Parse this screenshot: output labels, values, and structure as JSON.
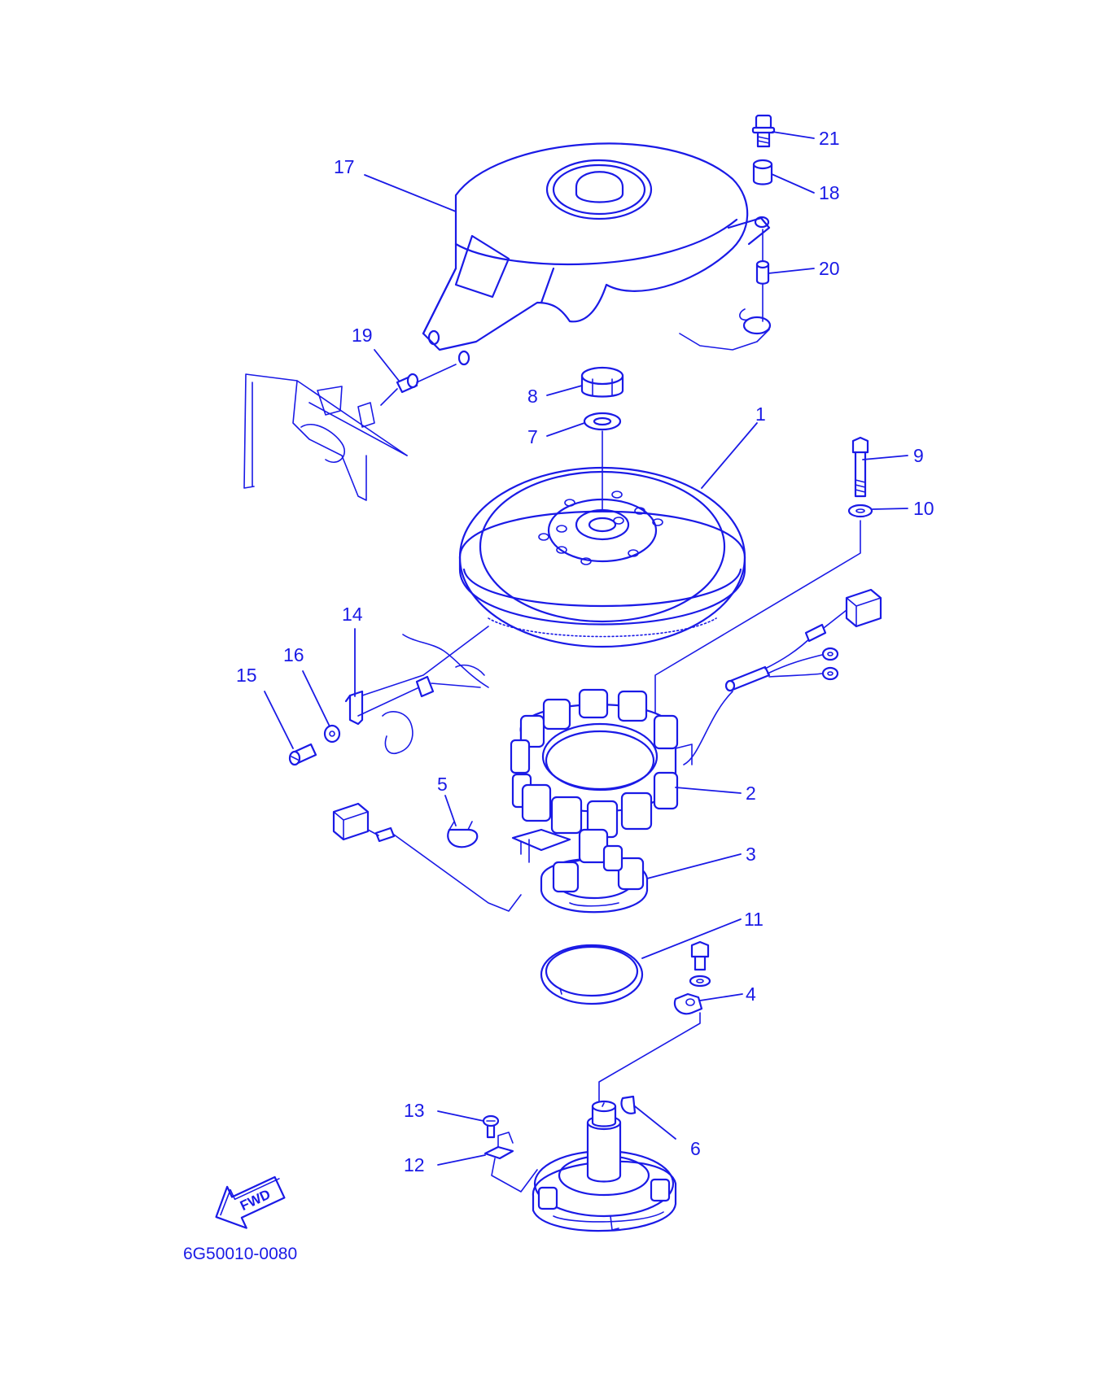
{
  "diagram": {
    "callouts": {
      "c1": "1",
      "c2": "2",
      "c3": "3",
      "c4": "4",
      "c5": "5",
      "c6": "6",
      "c7": "7",
      "c8": "8",
      "c9": "9",
      "c10": "10",
      "c11": "11",
      "c12": "12",
      "c13": "13",
      "c14": "14",
      "c15": "15",
      "c16": "16",
      "c17": "17",
      "c18": "18",
      "c19": "19",
      "c20": "20",
      "c21": "21"
    },
    "fwd_label": "FWD",
    "drawing_code": "6G50010-0080",
    "line_color": "#1a1ae6"
  }
}
